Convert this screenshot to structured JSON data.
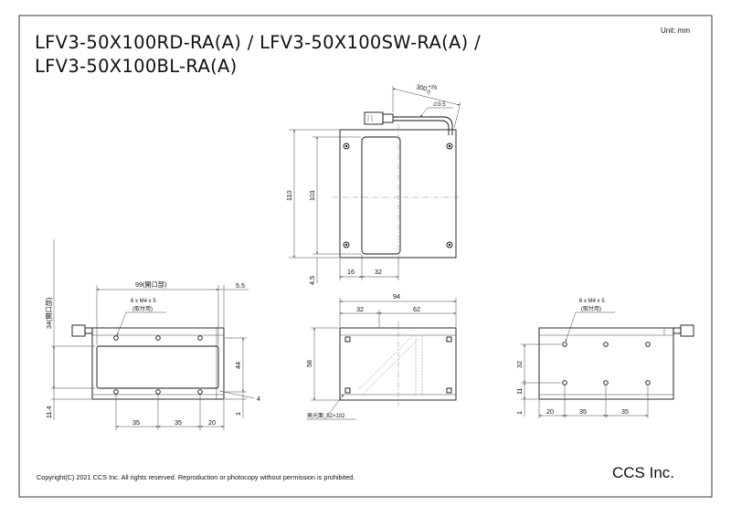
{
  "header": {
    "title_line1": "LFV3-50X100RD-RA(A) / LFV3-50X100SW-RA(A) /",
    "title_line2": "LFV3-50X100BL-RA(A)",
    "unit": "Unit: mm"
  },
  "footer": {
    "copyright": "Copyright(C) 2021 CCS Inc. All rights reserved. Reproduction or photocopy without permission is prohibited.",
    "brand": "CCS Inc."
  },
  "top_view": {
    "cable_length": "300",
    "cable_tol_plus": "+25",
    "cable_tol_minus": "0",
    "cable_dia": "∅3.5",
    "height_110": "110",
    "height_101": "101",
    "offset_4_5": "4.5",
    "dim_16": "16",
    "dim_32": "32"
  },
  "left_view": {
    "width_99": "99(開口部)",
    "dim_5_5": "5.5",
    "holes": "6 x M4 x 5",
    "holes_note": "(取付用)",
    "height_34": "34(開口部)",
    "dim_44": "44",
    "dim_1": "1",
    "dim_4": "4",
    "dim_11_4": "11.4",
    "dims_bottom": [
      "35",
      "35",
      "20"
    ]
  },
  "front_view": {
    "width_94": "94",
    "dim_32": "32",
    "dim_62": "62",
    "height_58": "58",
    "emitting": "発光面: 52×102"
  },
  "right_view": {
    "holes": "6 x M4 x 5",
    "holes_note": "(取付用)",
    "dim_32": "32",
    "dim_11": "11",
    "dim_1": "1",
    "dims_bottom": [
      "20",
      "35",
      "35"
    ]
  }
}
